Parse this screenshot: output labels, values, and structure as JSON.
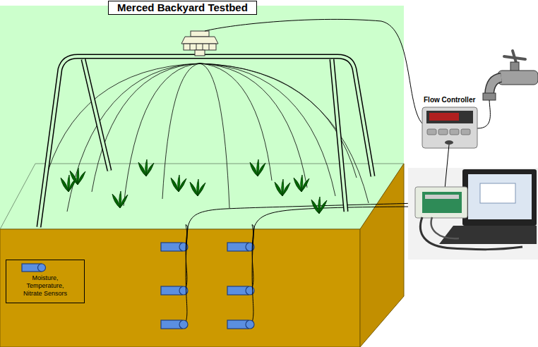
{
  "diagram": {
    "title": "Merced Backyard Testbed",
    "nodes": [
      {
        "text": [
          "Flow Controller"
        ]
      }
    ],
    "legend": [
      {
        "text": "Moisture, Temperature, Nitrate Sensors"
      }
    ]
  }
}
